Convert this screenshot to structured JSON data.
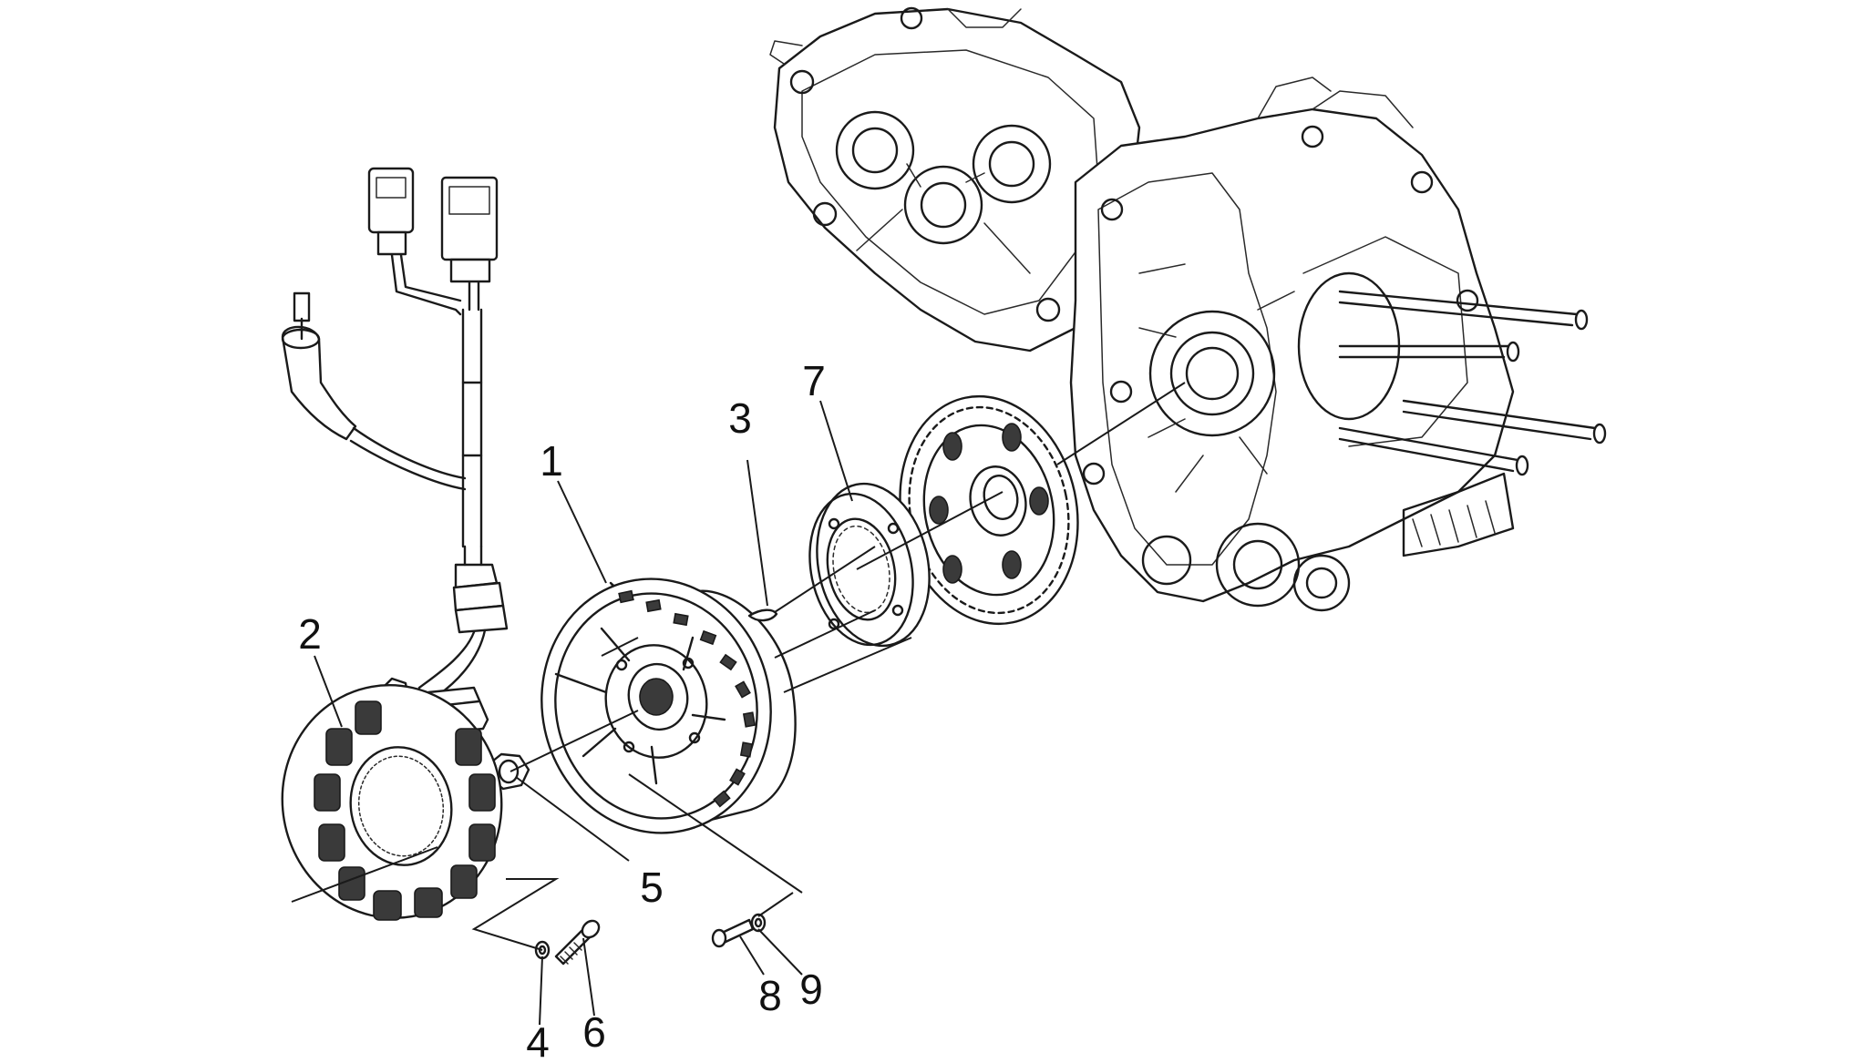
{
  "callouts": [
    {
      "id": "1",
      "label": "1"
    },
    {
      "id": "2",
      "label": "2"
    },
    {
      "id": "3",
      "label": "3"
    },
    {
      "id": "4",
      "label": "4"
    },
    {
      "id": "5",
      "label": "5"
    },
    {
      "id": "6",
      "label": "6"
    },
    {
      "id": "7",
      "label": "7"
    },
    {
      "id": "8",
      "label": "8"
    },
    {
      "id": "9",
      "label": "9"
    }
  ],
  "colors": {
    "line": "#1a1a1a",
    "background": "#ffffff",
    "dark_fill": "#3a3a3a"
  },
  "parts": [
    {
      "callout": "1",
      "name": "flywheel-rotor"
    },
    {
      "callout": "2",
      "name": "stator-with-wiring"
    },
    {
      "callout": "3",
      "name": "woodruff-key"
    },
    {
      "callout": "4",
      "name": "washer-stator"
    },
    {
      "callout": "5",
      "name": "flywheel-nut"
    },
    {
      "callout": "6",
      "name": "stator-screw"
    },
    {
      "callout": "7",
      "name": "freewheel-bearing"
    },
    {
      "callout": "8",
      "name": "pickup-screw"
    },
    {
      "callout": "9",
      "name": "washer-pickup"
    }
  ]
}
